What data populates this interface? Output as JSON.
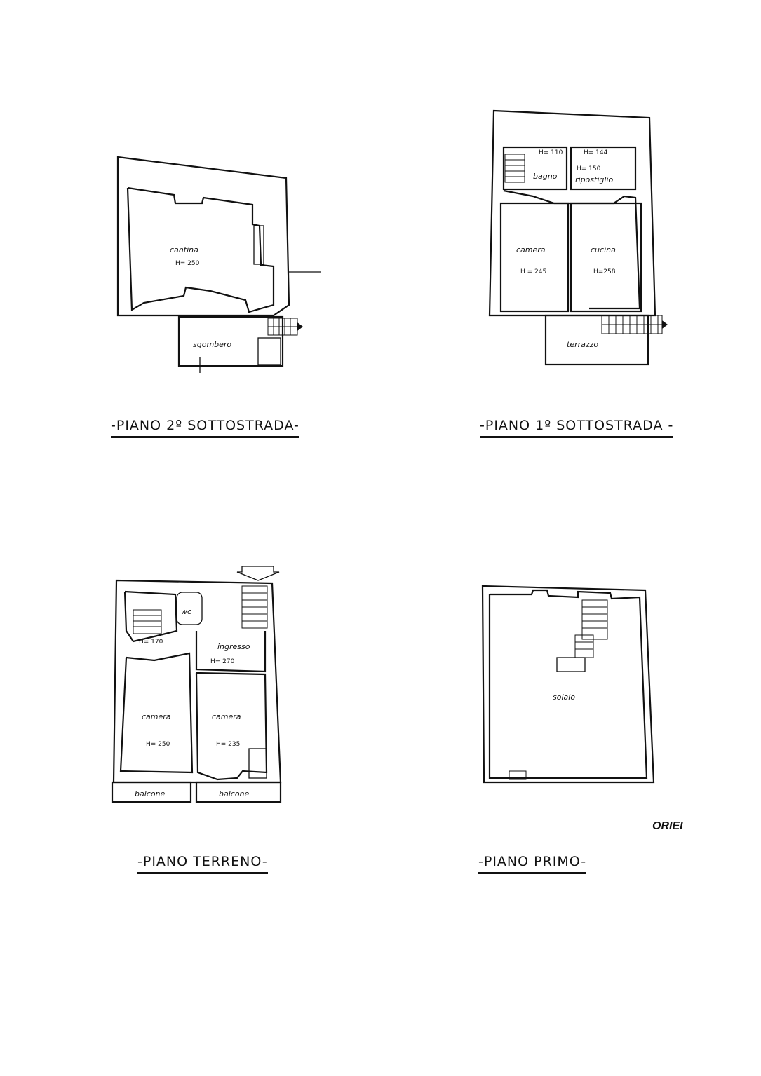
{
  "plans": [
    {
      "id": "piano-2-sottostrada",
      "caption": "-PIANO 2º SOTTOSTRADA-",
      "rooms": [
        {
          "name": "cantina",
          "height": "H= 250"
        },
        {
          "name": "sgombero",
          "height": ""
        }
      ]
    },
    {
      "id": "piano-1-sottostrada",
      "caption": "-PIANO 1º SOTTOSTRADA -",
      "rooms": [
        {
          "name": "bagno",
          "height": "H= 110"
        },
        {
          "name": "ripostiglio",
          "height": "H= 150"
        },
        {
          "name": "camera",
          "height": "H = 245"
        },
        {
          "name": "cucina",
          "height": "H=258"
        },
        {
          "name": "terrazzo",
          "height": ""
        }
      ],
      "extra_heights": [
        "H= 144"
      ]
    },
    {
      "id": "piano-terreno",
      "caption": "-PIANO TERRENO-",
      "rooms": [
        {
          "name": "wc",
          "height": "H= 170"
        },
        {
          "name": "ingresso",
          "height": "H= 270"
        },
        {
          "name": "camera",
          "height": "H= 250"
        },
        {
          "name": "camera",
          "height": "H= 235"
        },
        {
          "name": "balcone",
          "height": ""
        },
        {
          "name": "balcone",
          "height": ""
        }
      ]
    },
    {
      "id": "piano-primo",
      "caption": "-PIANO PRIMO-",
      "rooms": [
        {
          "name": "solaio",
          "height": ""
        }
      ]
    }
  ],
  "orientation_label": "ORIEI"
}
